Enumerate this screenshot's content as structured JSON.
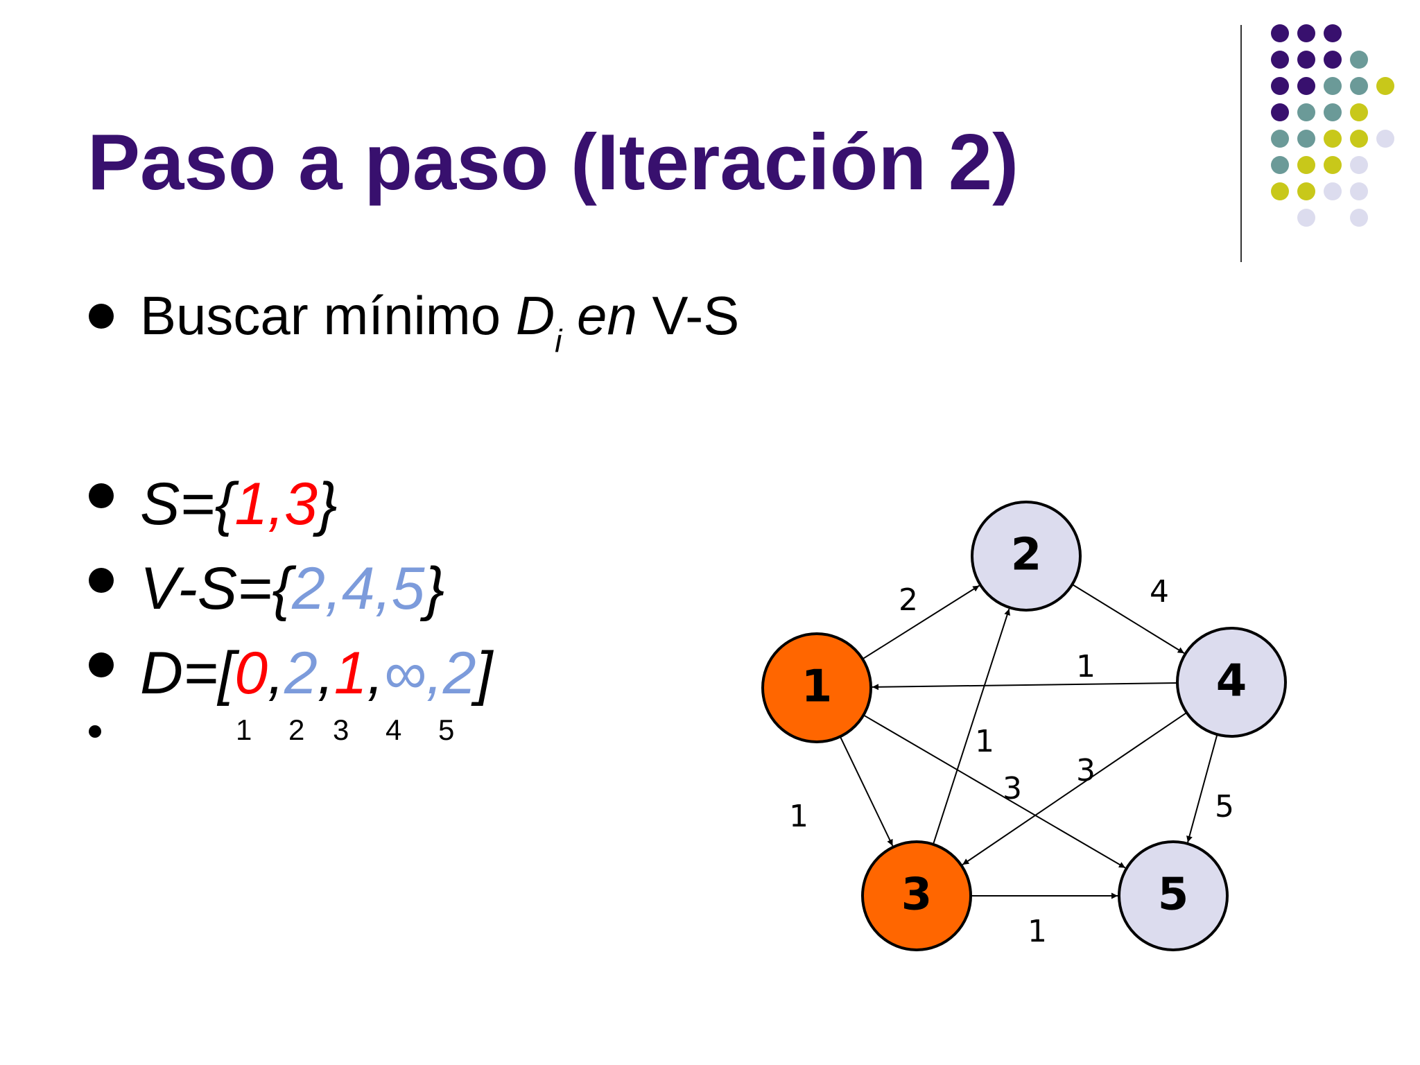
{
  "title": "Paso a paso (Iteración 2)",
  "bullets": {
    "line1": {
      "prefix": "Buscar mínimo ",
      "d": "D",
      "sub": "i",
      "en": " en",
      "rest": " V-S"
    },
    "s_set": {
      "prefix": "S={",
      "items": [
        "1",
        "3"
      ],
      "sep": ",",
      "suffix": "}"
    },
    "vs_set": {
      "prefix": "V-S={",
      "items": [
        "2",
        "4",
        "5"
      ],
      "sep": ",",
      "suffix": "}"
    },
    "d_array": {
      "prefix": "D=[",
      "items": [
        {
          "text": "0",
          "color": "red"
        },
        {
          "text": "2",
          "color": "blue"
        },
        {
          "text": "1",
          "color": "red"
        },
        {
          "text": "∞",
          "color": "blue"
        },
        {
          "text": "2",
          "color": "blue"
        }
      ],
      "suffix": "]"
    },
    "indices": [
      "1",
      "2",
      "3",
      "4",
      "5"
    ]
  },
  "colors": {
    "title": "#38106e",
    "in_s": "#ff0000",
    "in_vs": "#7c9bdb",
    "node_visited": "#ff6600",
    "node_unvisited": "#dcdcee",
    "deco_purple": "#38106e",
    "deco_teal": "#6b9a98",
    "deco_yellow": "#c8c81a",
    "deco_lavender": "#dcdcee"
  },
  "graph": {
    "nodes": [
      {
        "id": "1",
        "label": "1",
        "state": "visited"
      },
      {
        "id": "2",
        "label": "2",
        "state": "unvisited"
      },
      {
        "id": "3",
        "label": "3",
        "state": "visited"
      },
      {
        "id": "4",
        "label": "4",
        "state": "unvisited"
      },
      {
        "id": "5",
        "label": "5",
        "state": "unvisited"
      }
    ],
    "edges": [
      {
        "from": "1",
        "to": "2",
        "weight": "2"
      },
      {
        "from": "2",
        "to": "4",
        "weight": "4"
      },
      {
        "from": "4",
        "to": "1",
        "weight": "1"
      },
      {
        "from": "3",
        "to": "2",
        "weight": "1"
      },
      {
        "from": "1",
        "to": "5",
        "weight": "3"
      },
      {
        "from": "4",
        "to": "3",
        "weight": "3"
      },
      {
        "from": "1",
        "to": "3",
        "weight": "1"
      },
      {
        "from": "4",
        "to": "5",
        "weight": "5"
      },
      {
        "from": "3",
        "to": "5",
        "weight": "1"
      }
    ]
  }
}
